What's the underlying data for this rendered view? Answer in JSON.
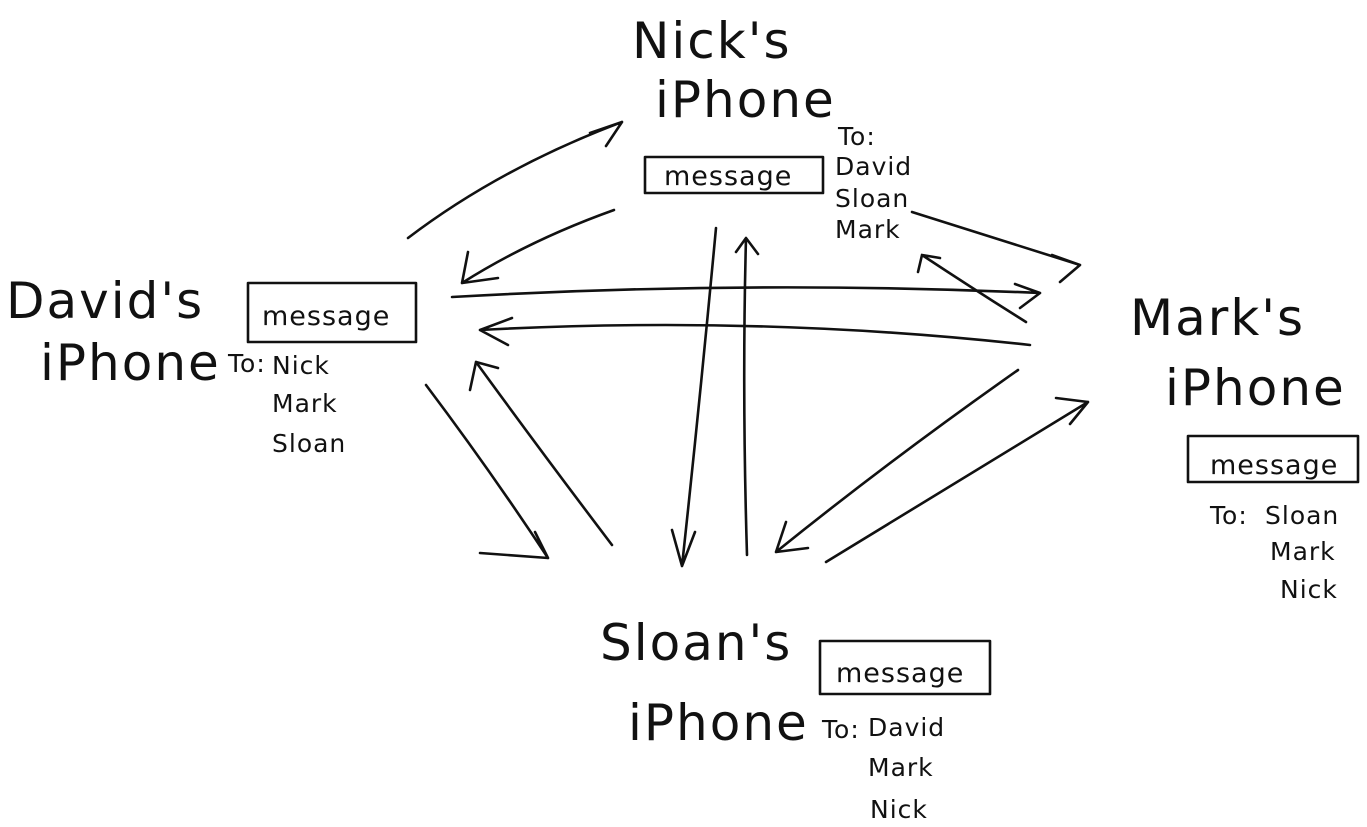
{
  "nodes": [
    {
      "id": "nick",
      "name_line1": "Nick's",
      "name_line2": "iPhone",
      "message_label": "message",
      "to_label": "To:",
      "recipients": [
        "David",
        "Sloan",
        "Mark"
      ]
    },
    {
      "id": "david",
      "name_line1": "David's",
      "name_line2": "iPhone",
      "message_label": "message",
      "to_label": "To:",
      "recipients": [
        "Nick",
        "Mark",
        "Sloan"
      ]
    },
    {
      "id": "mark",
      "name_line1": "Mark's",
      "name_line2": "iPhone",
      "message_label": "message",
      "to_label": "To:",
      "recipients": [
        "Sloan",
        "Mark",
        "Nick"
      ]
    },
    {
      "id": "sloan",
      "name_line1": "Sloan's",
      "name_line2": "iPhone",
      "message_label": "message",
      "to_label": "To:",
      "recipients": [
        "David",
        "Mark",
        "Nick"
      ]
    }
  ],
  "colors": {
    "ink": "#111111",
    "paper": "#ffffff"
  }
}
